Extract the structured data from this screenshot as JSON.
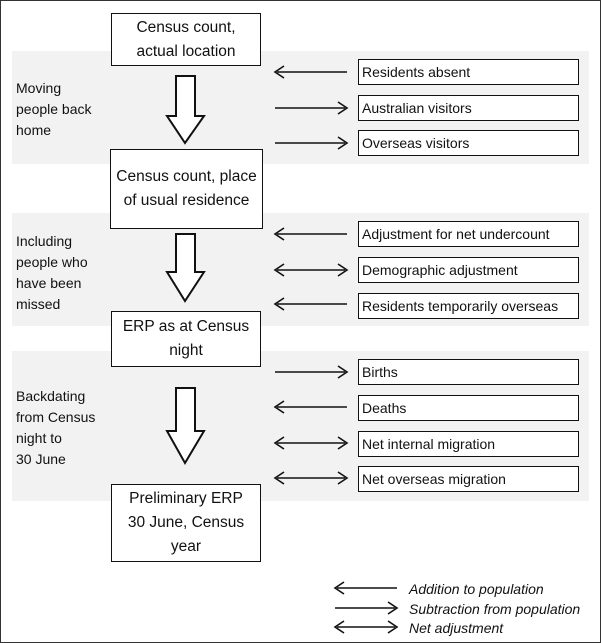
{
  "boxes": [
    "Census count,\nactual location",
    "Census count, place\nof usual residence",
    "ERP as at Census\nnight",
    "Preliminary ERP\n30 June, Census\nyear"
  ],
  "stages": [
    {
      "label": "Moving\npeople back\nhome",
      "items": [
        {
          "label": "Residents absent",
          "arrow": "left"
        },
        {
          "label": "Australian visitors",
          "arrow": "right"
        },
        {
          "label": "Overseas visitors",
          "arrow": "right"
        }
      ]
    },
    {
      "label": "Including\npeople who\nhave been\nmissed",
      "items": [
        {
          "label": "Adjustment for net undercount",
          "arrow": "left"
        },
        {
          "label": "Demographic adjustment",
          "arrow": "both"
        },
        {
          "label": "Residents temporarily overseas",
          "arrow": "left"
        }
      ]
    },
    {
      "label": "Backdating\nfrom Census\nnight to\n30 June",
      "items": [
        {
          "label": "Births",
          "arrow": "right"
        },
        {
          "label": "Deaths",
          "arrow": "left"
        },
        {
          "label": "Net internal migration",
          "arrow": "both"
        },
        {
          "label": "Net overseas migration",
          "arrow": "both"
        }
      ]
    }
  ],
  "legend": [
    {
      "label": "Addition to population",
      "arrow": "left"
    },
    {
      "label": "Subtraction from population",
      "arrow": "right"
    },
    {
      "label": "Net adjustment",
      "arrow": "both"
    }
  ]
}
